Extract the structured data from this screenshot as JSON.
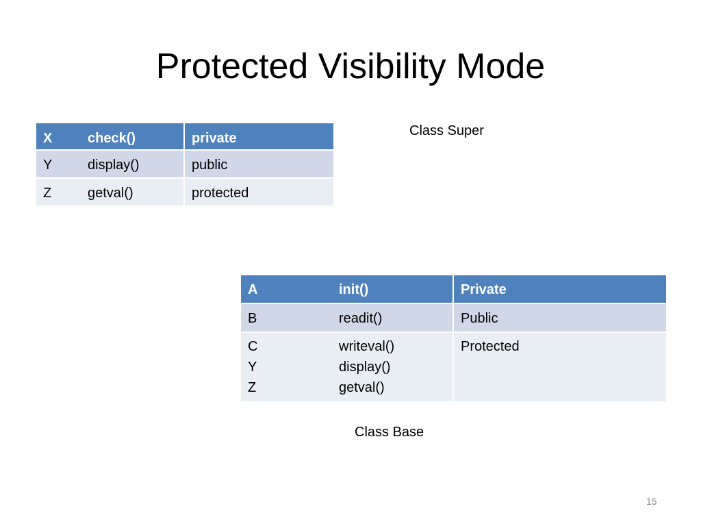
{
  "slide": {
    "title": "Protected Visibility Mode",
    "page_number": "15"
  },
  "super_table": {
    "caption": "Class Super",
    "header": {
      "name": "X",
      "method": "check()",
      "access": "private"
    },
    "rows": [
      {
        "name": "Y",
        "method": "display()",
        "access": "public"
      },
      {
        "name": "Z",
        "method": "getval()",
        "access": "protected"
      }
    ]
  },
  "base_table": {
    "caption": "Class Base",
    "header": {
      "name": "A",
      "method": "init()",
      "access": "Private"
    },
    "rows": [
      {
        "name": "B",
        "method": "readit()",
        "access": "Public"
      }
    ],
    "protected_row": {
      "access": "Protected",
      "members": [
        {
          "name": "C",
          "method": "writeval()"
        },
        {
          "name": "Y",
          "method": "display()"
        },
        {
          "name": "Z",
          "method": "getval()"
        }
      ]
    }
  },
  "colors": {
    "header_bg": "#4f81bd",
    "row_odd_bg": "#d0d8e8",
    "row_even_bg": "#e9edf4"
  }
}
